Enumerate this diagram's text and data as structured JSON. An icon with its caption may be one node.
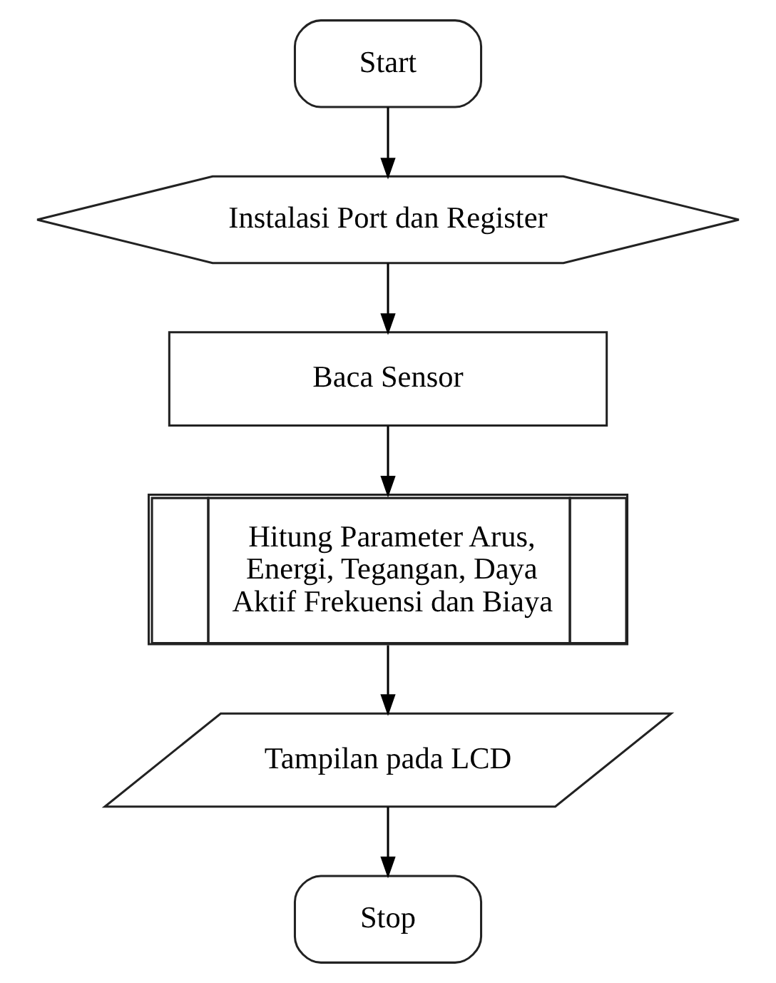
{
  "diagram": {
    "nodes": [
      {
        "text": [
          "Start"
        ]
      },
      {
        "text": [
          "Instalasi Port dan Register"
        ]
      },
      {
        "text": [
          "Baca Sensor"
        ]
      },
      {
        "text": [
          "Hitung Parameter Arus, Energi, Tegangan, Daya Aktif Frekuensi dan Biaya"
        ]
      },
      {
        "text": [
          "Tampilan pada LCD"
        ]
      },
      {
        "text": [
          "Stop"
        ]
      }
    ],
    "edges": [
      {
        "from": 0,
        "to": 1,
        "arrow": "to"
      },
      {
        "from": 1,
        "to": 2,
        "arrow": "to"
      },
      {
        "from": 2,
        "to": 3,
        "arrow": "to"
      },
      {
        "from": 3,
        "to": 4,
        "arrow": "to"
      },
      {
        "from": 4,
        "to": 5,
        "arrow": "to"
      }
    ]
  }
}
